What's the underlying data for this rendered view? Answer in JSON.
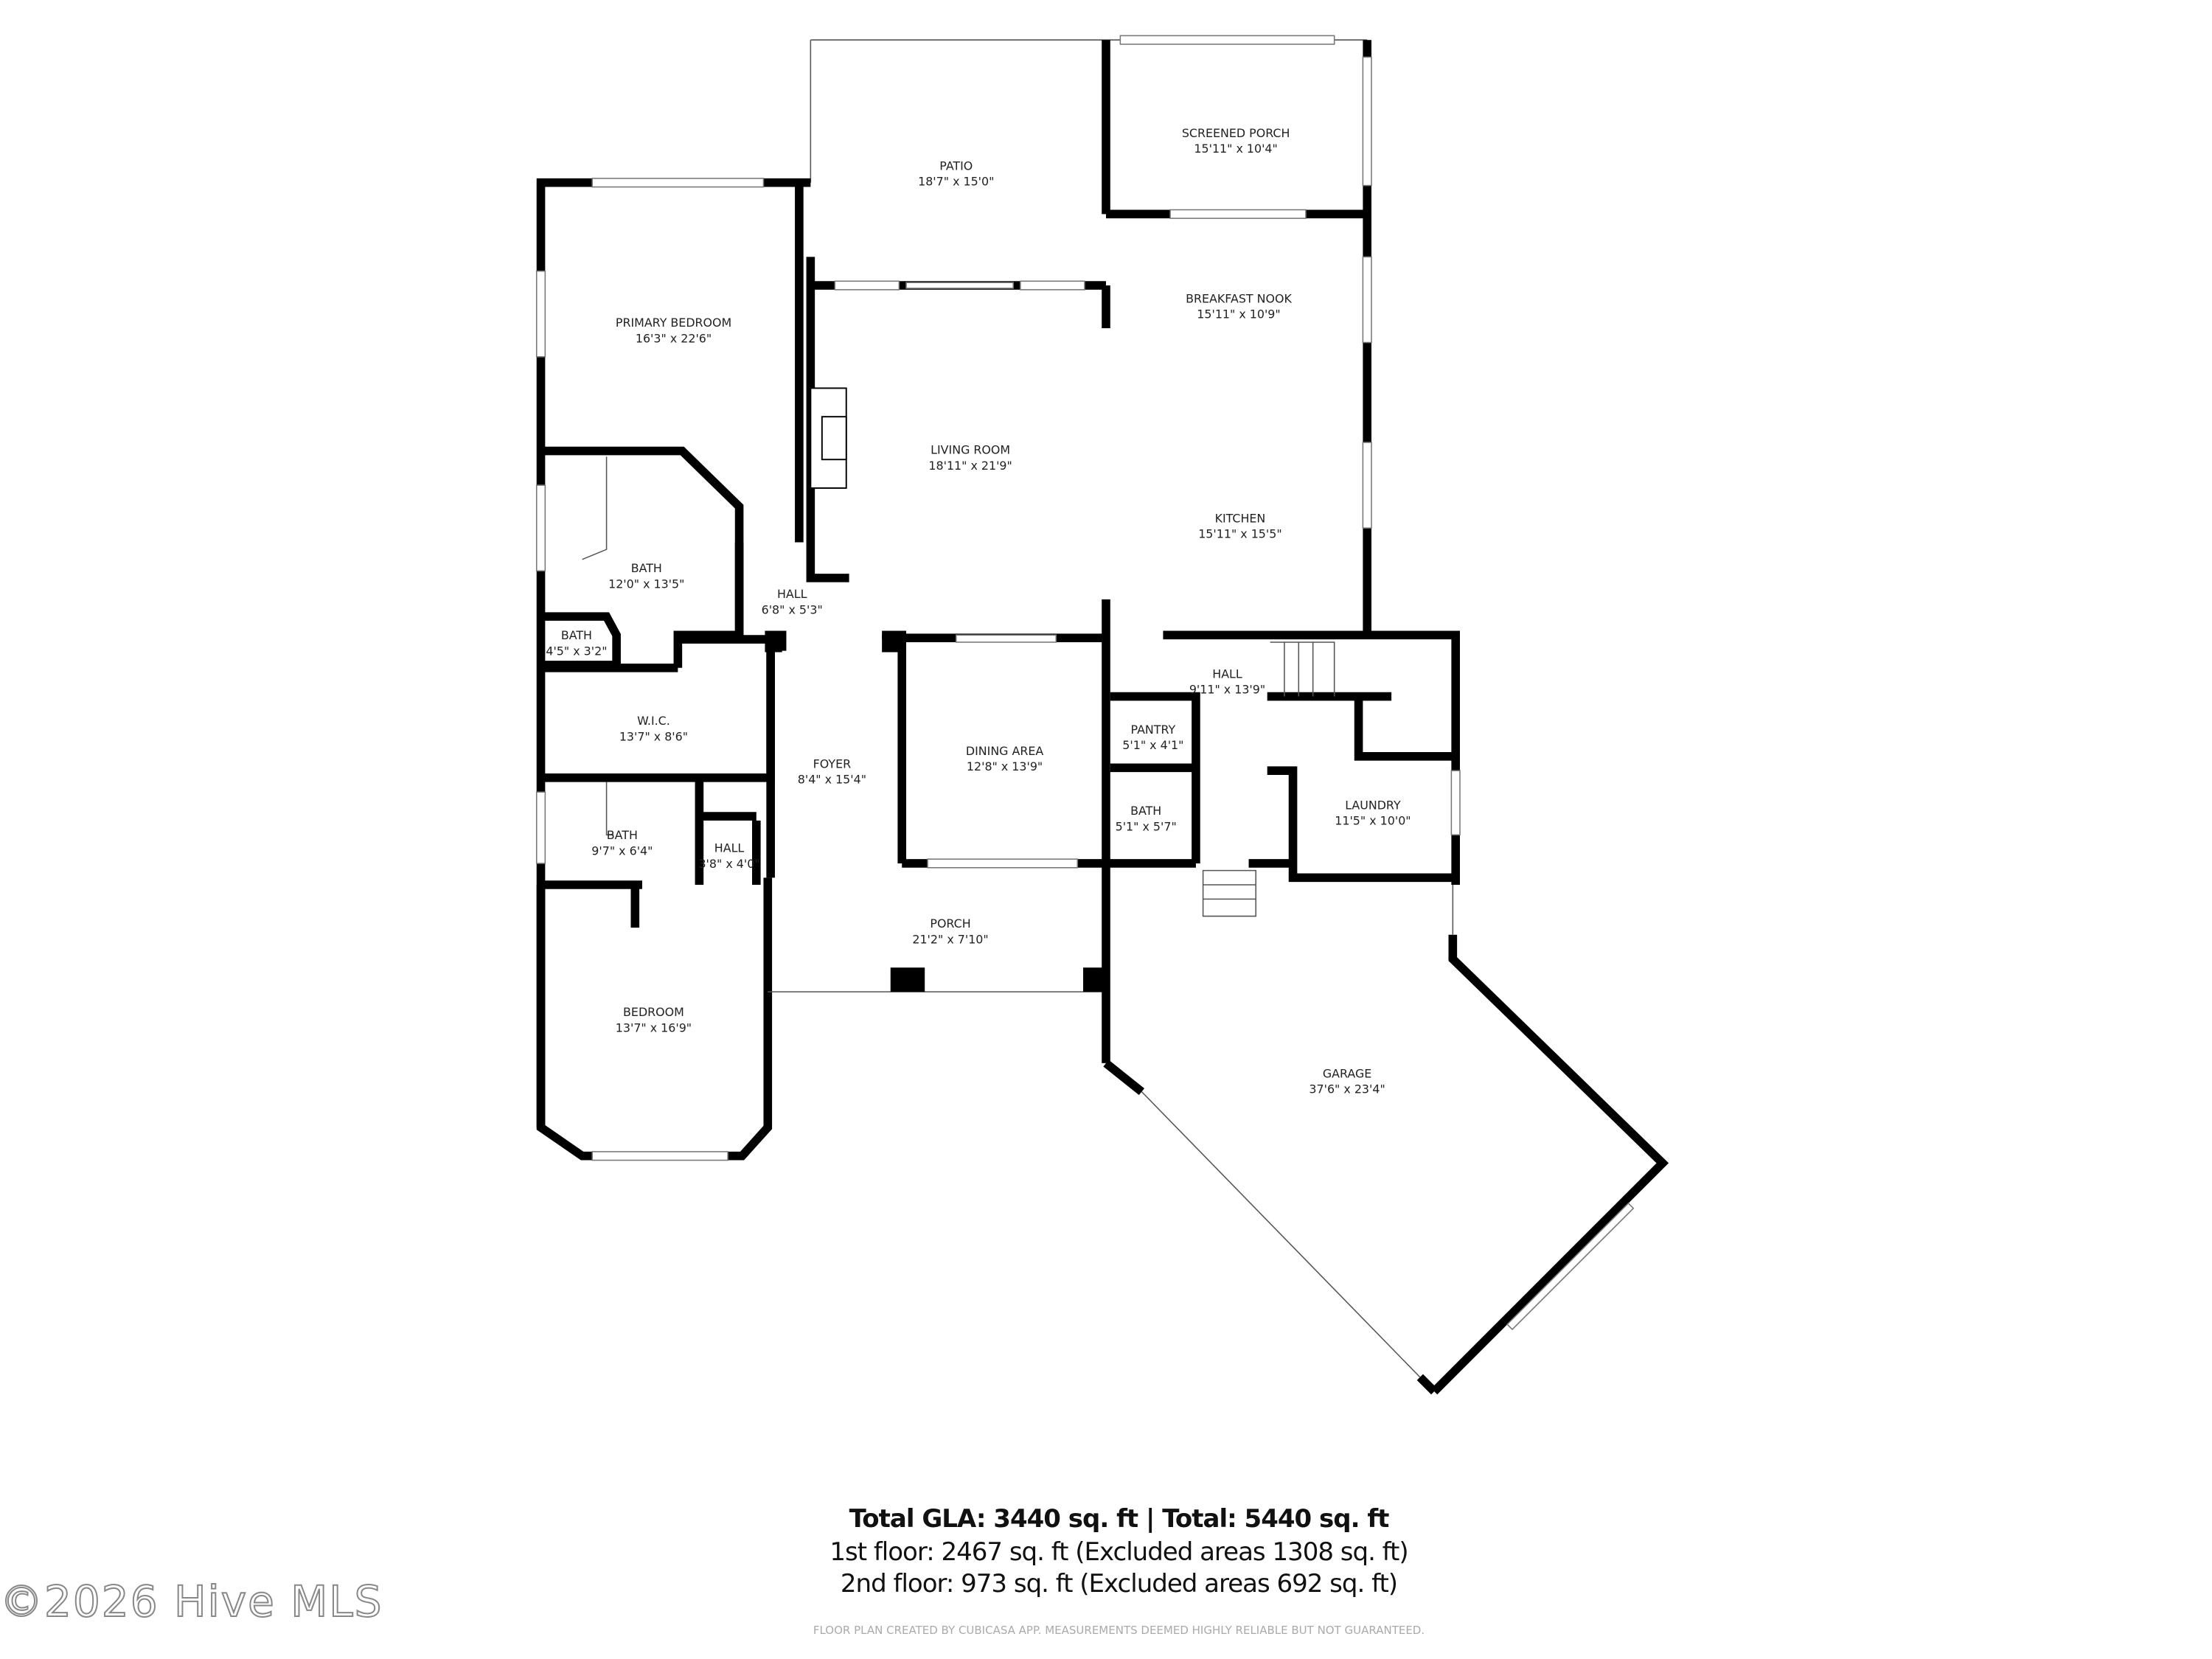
{
  "rooms": [
    {
      "name": "PATIO",
      "size": "18'7\" x 15'0\""
    },
    {
      "name": "SCREENED PORCH",
      "size": "15'11\" x 10'4\""
    },
    {
      "name": "PRIMARY BEDROOM",
      "size": "16'3\" x 22'6\""
    },
    {
      "name": "BREAKFAST NOOK",
      "size": "15'11\" x 10'9\""
    },
    {
      "name": "LIVING ROOM",
      "size": "18'11\" x 21'9\""
    },
    {
      "name": "KITCHEN",
      "size": "15'11\" x 15'5\""
    },
    {
      "name": "BATH",
      "size": "12'0\" x 13'5\""
    },
    {
      "name": "HALL",
      "size": "6'8\" x 5'3\""
    },
    {
      "name": "BATH",
      "size": "4'5\" x 3'2\""
    },
    {
      "name": "W.I.C.",
      "size": "13'7\" x 8'6\""
    },
    {
      "name": "FOYER",
      "size": "8'4\" x 15'4\""
    },
    {
      "name": "DINING AREA",
      "size": "12'8\" x 13'9\""
    },
    {
      "name": "HALL",
      "size": "9'11\" x 13'9\""
    },
    {
      "name": "PANTRY",
      "size": "5'1\" x 4'1\""
    },
    {
      "name": "LAUNDRY",
      "size": "11'5\" x 10'0\""
    },
    {
      "name": "BATH",
      "size": "5'1\" x 5'7\""
    },
    {
      "name": "BATH",
      "size": "9'7\" x 6'4\""
    },
    {
      "name": "HALL",
      "size": "3'8\" x 4'0\""
    },
    {
      "name": "PORCH",
      "size": "21'2\" x 7'10\""
    },
    {
      "name": "BEDROOM",
      "size": "13'7\" x 16'9\""
    },
    {
      "name": "GARAGE",
      "size": "37'6\" x 23'4\""
    }
  ],
  "summary": {
    "total": "Total GLA: 3440 sq. ft | Total: 5440 sq. ft",
    "floor1": "1st floor: 2467 sq. ft (Excluded areas 1308 sq. ft)",
    "floor2": "2nd floor: 973 sq. ft (Excluded areas 692 sq. ft)"
  },
  "disclaimer": "FLOOR PLAN CREATED BY CUBICASA APP. MEASUREMENTS DEEMED HIGHLY RELIABLE BUT NOT GUARANTEED.",
  "watermark": "©2026 Hive MLS"
}
